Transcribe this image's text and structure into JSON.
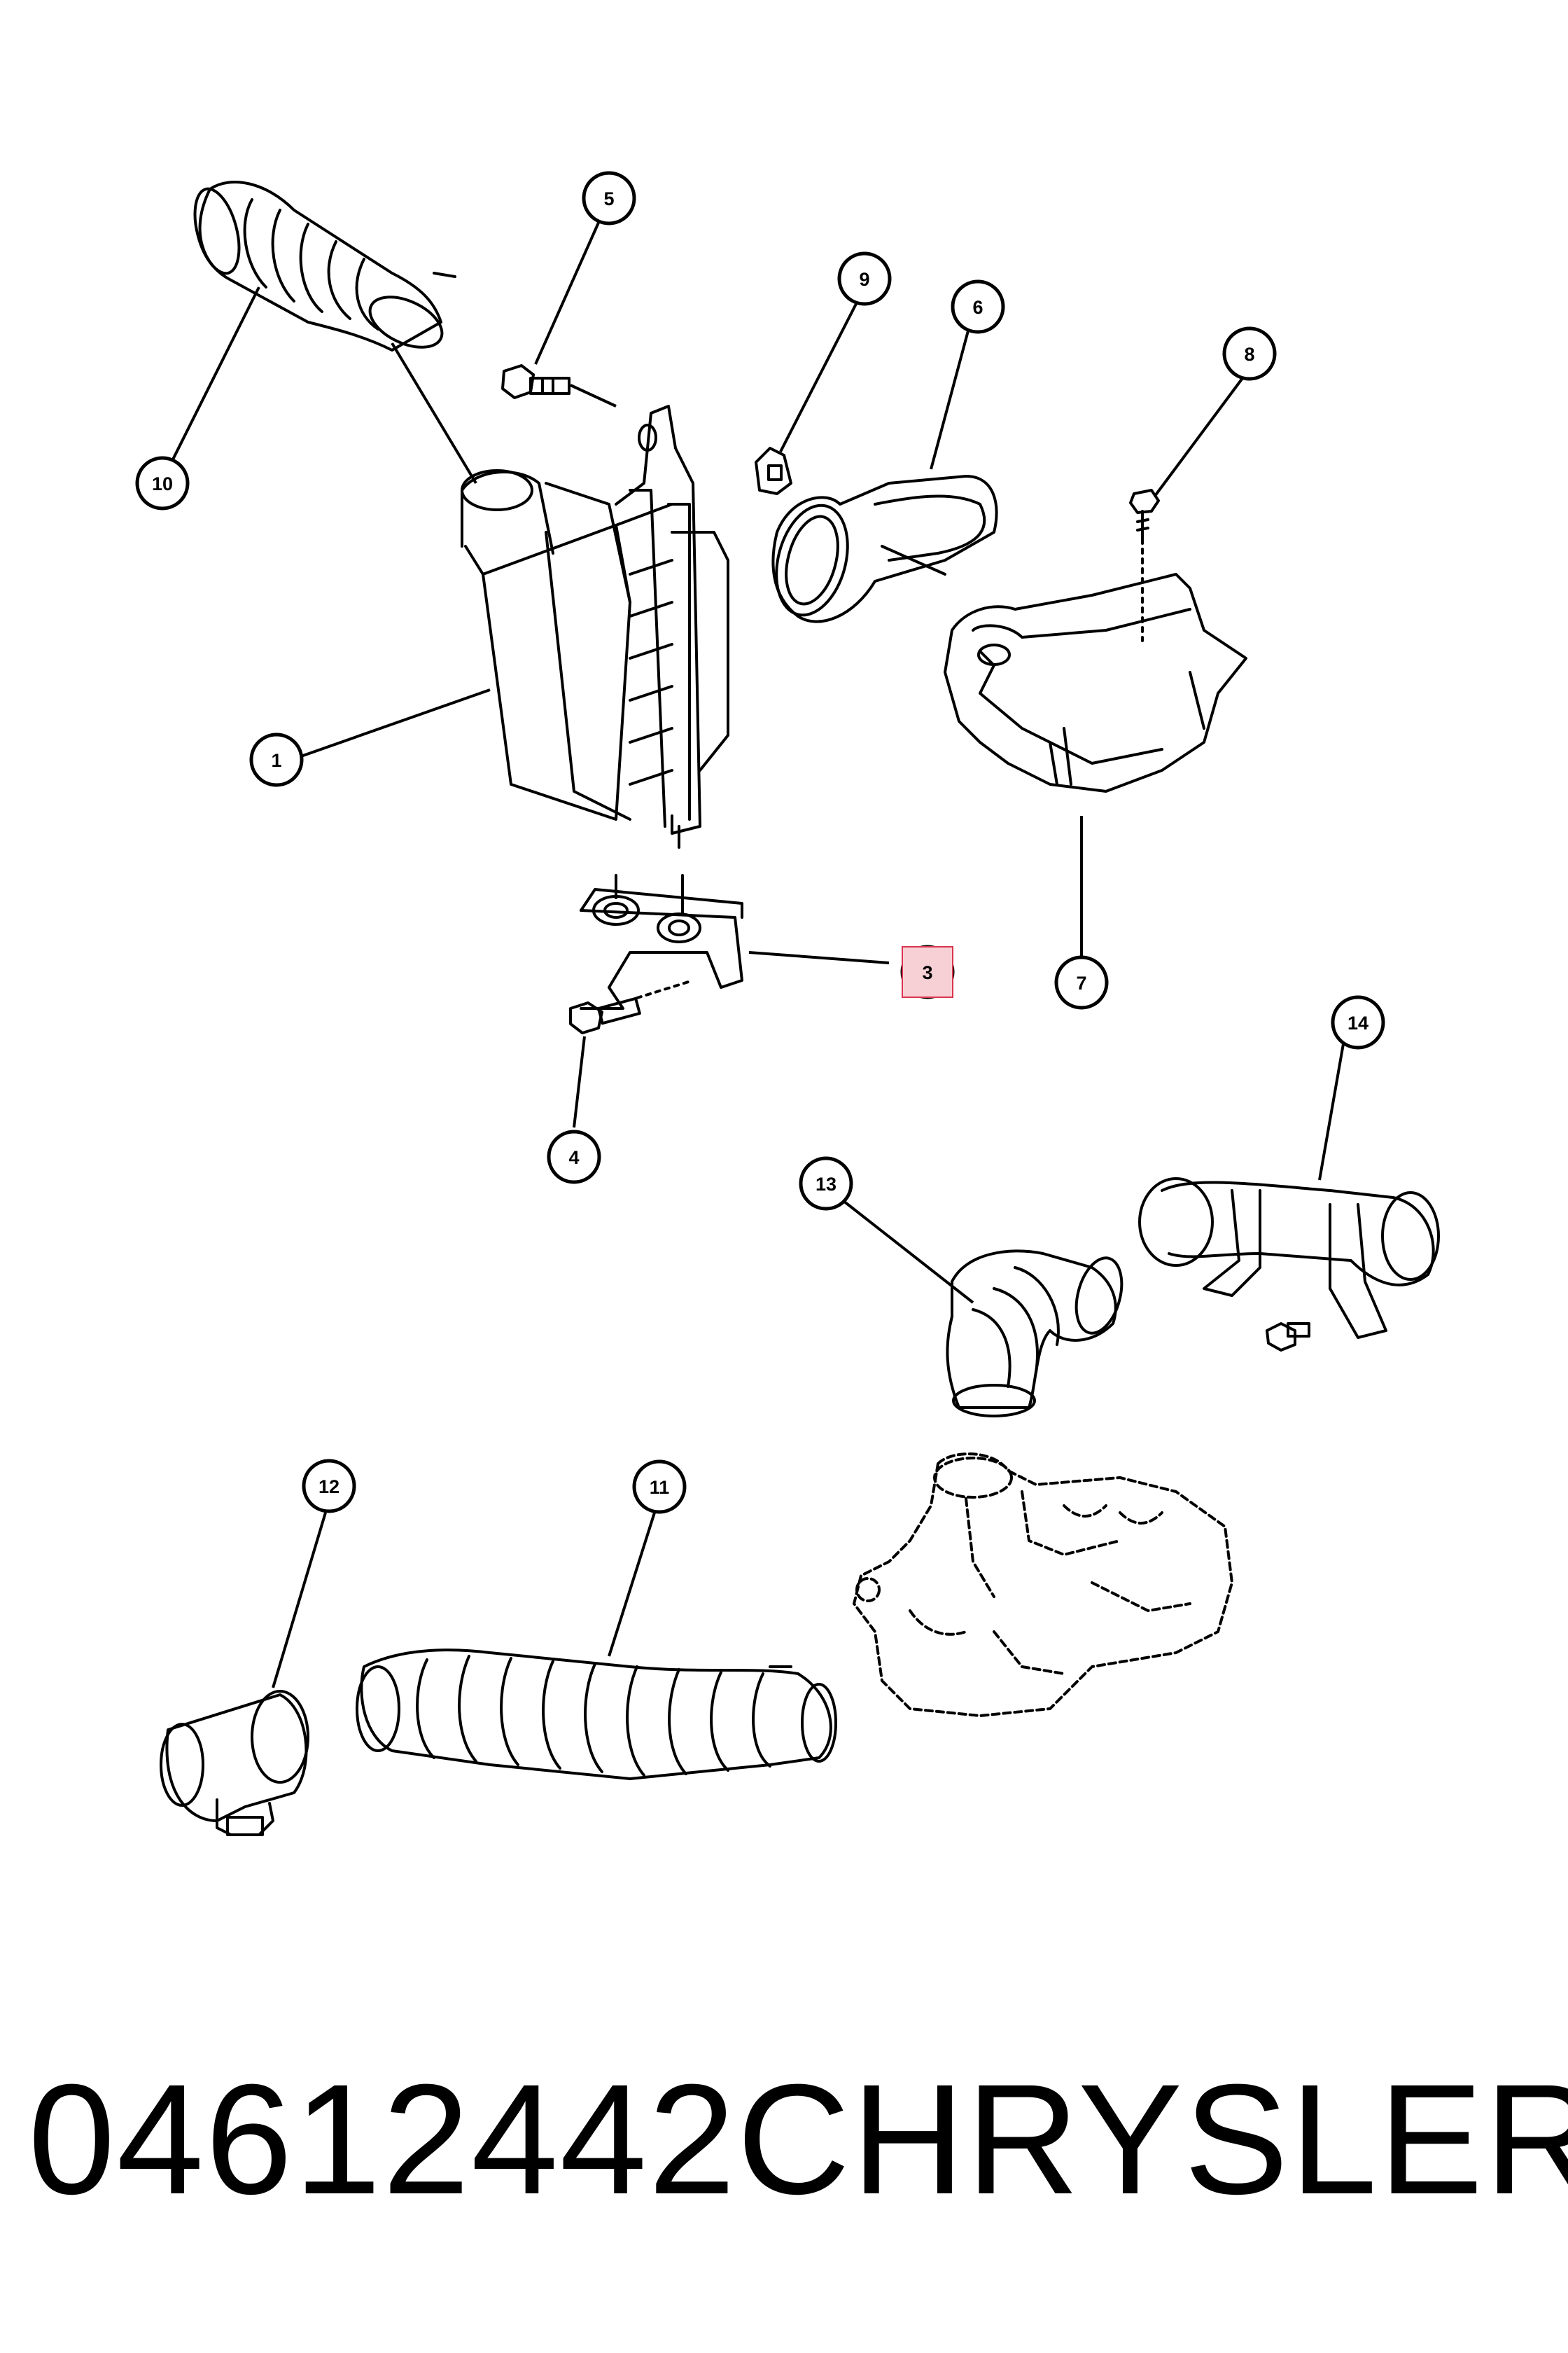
{
  "callouts": [
    {
      "id": "c1",
      "label": "1"
    },
    {
      "id": "c3",
      "label": "3",
      "highlighted": true
    },
    {
      "id": "c4",
      "label": "4"
    },
    {
      "id": "c5",
      "label": "5"
    },
    {
      "id": "c6",
      "label": "6"
    },
    {
      "id": "c7",
      "label": "7"
    },
    {
      "id": "c8",
      "label": "8"
    },
    {
      "id": "c9",
      "label": "9"
    },
    {
      "id": "c10",
      "label": "10"
    },
    {
      "id": "c11",
      "label": "11"
    },
    {
      "id": "c12",
      "label": "12"
    },
    {
      "id": "c13",
      "label": "13"
    },
    {
      "id": "c14",
      "label": "14"
    }
  ],
  "highlight_color": "#d9344e",
  "footer": {
    "part_number": "04612442",
    "brand": "CHRYSLER"
  }
}
